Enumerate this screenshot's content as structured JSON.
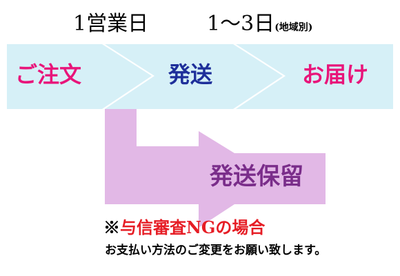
{
  "colors": {
    "flow_arrow_fill": "#d6f0f7",
    "hold_arrow_fill": "#e2b8e6",
    "order_text": "#e8157a",
    "ship_text": "#1e2f9a",
    "deliver_text": "#e8157a",
    "hold_text": "#7a2d8a",
    "ng_mark": "#000000",
    "ng_text": "#e61d25",
    "body_text": "#000000"
  },
  "timeline": {
    "first_interval": "1営業日",
    "second_interval": "1～3日",
    "second_interval_note": "(地域別)"
  },
  "flow": {
    "step_order": "ご注文",
    "step_ship": "発送",
    "step_deliver": "お届け"
  },
  "hold": {
    "label": "発送保留"
  },
  "note": {
    "mark": "※",
    "title": "与信審査NGの場合",
    "body": "お支払い方法のご変更をお願い致します。"
  }
}
